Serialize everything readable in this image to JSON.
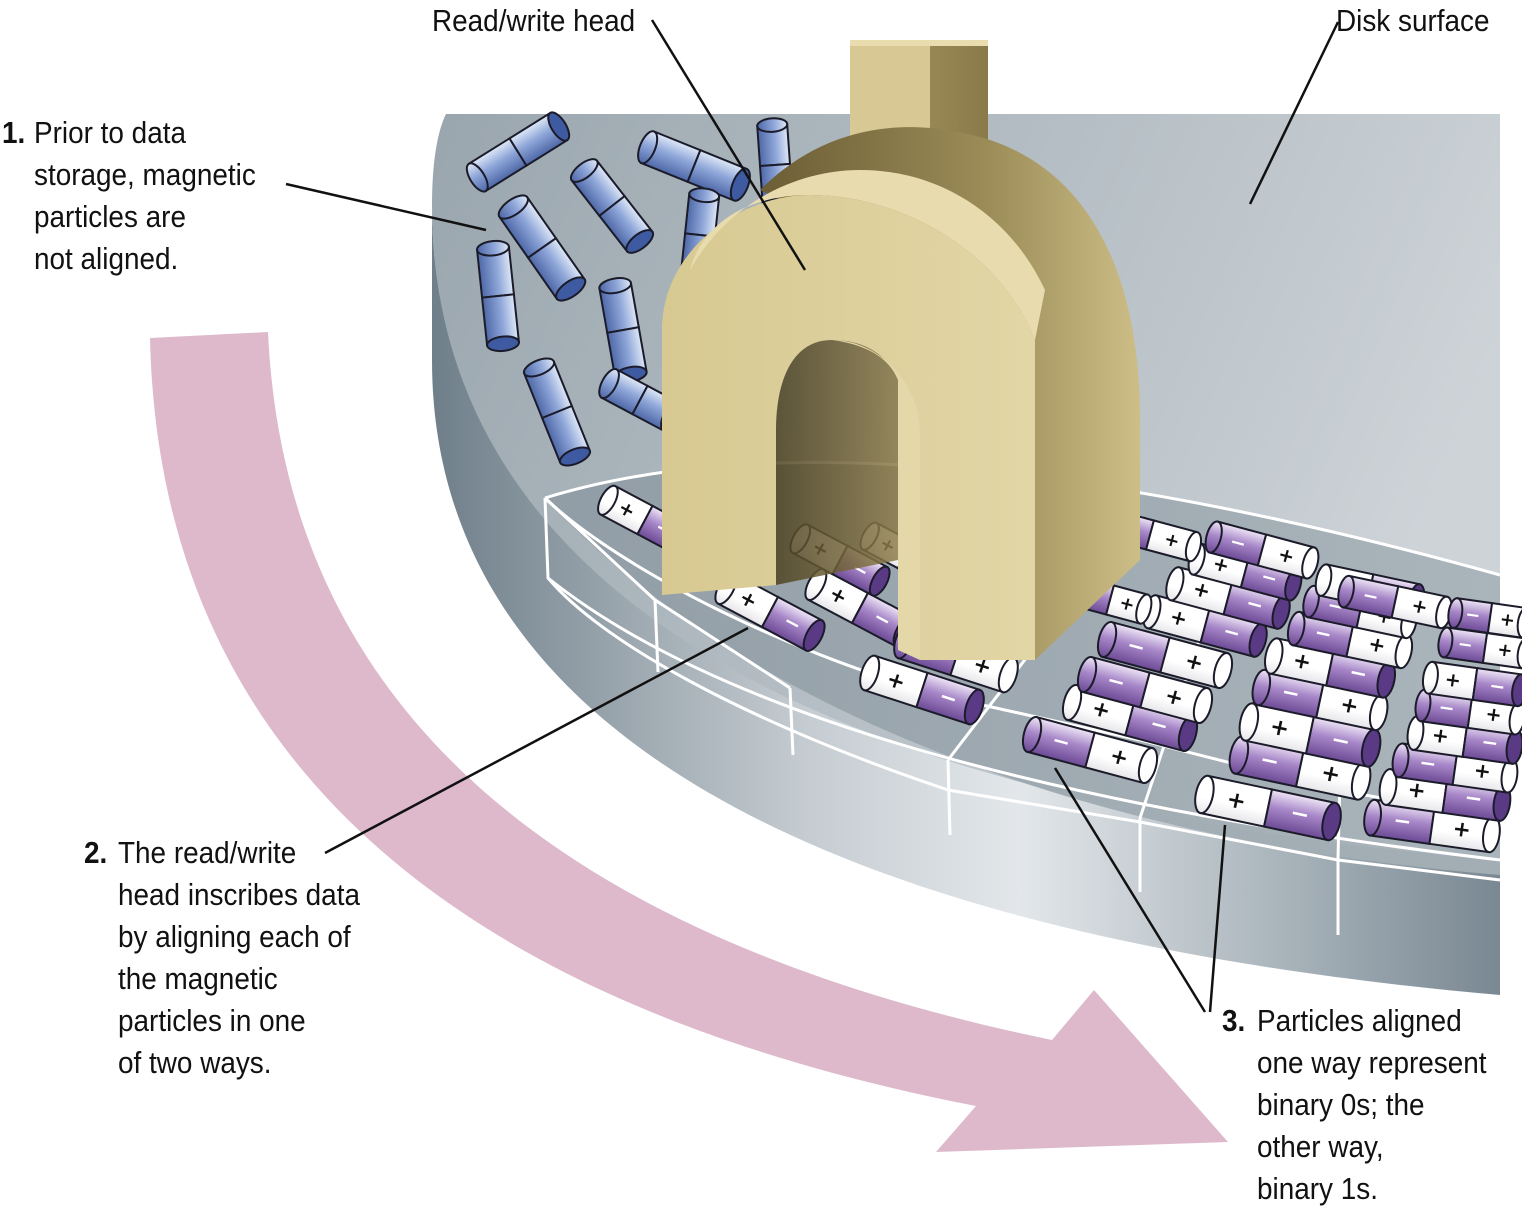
{
  "labels": {
    "head": "Read/write head",
    "surface": "Disk surface"
  },
  "steps": [
    {
      "number": "1.",
      "lines": [
        "Prior to data",
        "storage, magnetic",
        "particles are",
        "not aligned."
      ]
    },
    {
      "number": "2.",
      "lines": [
        "The read/write",
        "head inscribes data",
        "by aligning each of",
        "the magnetic",
        "particles in one",
        "of two ways."
      ]
    },
    {
      "number": "3.",
      "lines": [
        "Particles aligned",
        "one way represent",
        "binary 0s; the",
        "other way,",
        "binary 1s."
      ]
    }
  ],
  "particle_signs": {
    "plus": "+",
    "minus": "−"
  },
  "colors": {
    "platter": "#a9b4bc",
    "platter_edge": "#7e8d97",
    "unaligned_particle": "#7b95cf",
    "purple_particle": "#9a7cbf",
    "white_particle": "#ffffff",
    "head": "#d9cb94",
    "head_shadow": "#8e7f4f",
    "arrow": "#deb9cb"
  }
}
